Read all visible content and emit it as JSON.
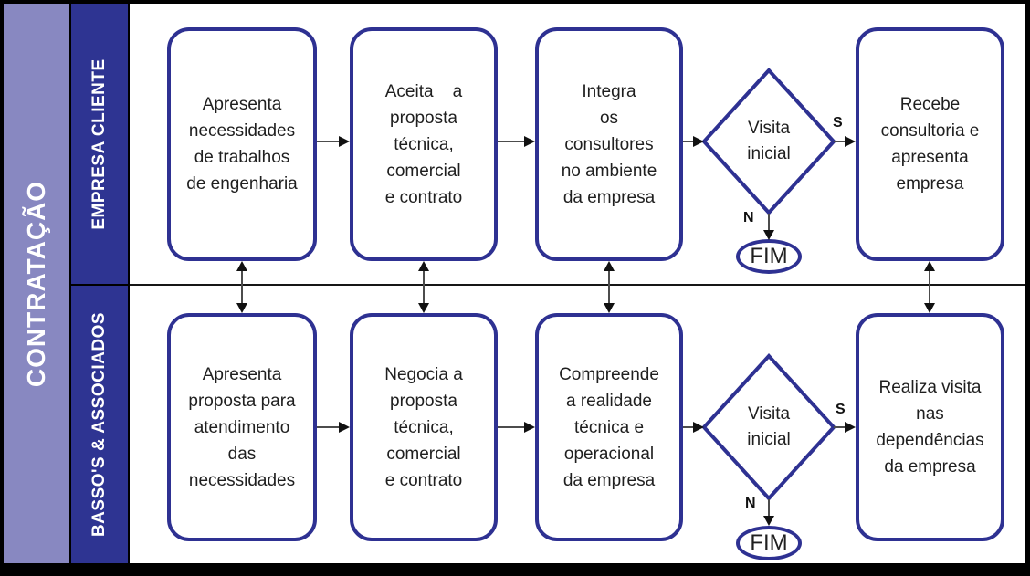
{
  "palette": {
    "frame": "#000000",
    "canvas": "#ffffff",
    "title_band_bg": "#8888C1",
    "lane_bg": "#2E3492",
    "lane_text": "#ffffff",
    "shape_border": "#2E3192",
    "arrow": "#111111",
    "text": "#1f1f1f"
  },
  "title": "CONTRATAÇÃO",
  "lanes": [
    {
      "label": "EMPRESA CLIENTE",
      "steps": [
        {
          "type": "process",
          "lines": [
            "Apresenta",
            "necessidades",
            "de trabalhos",
            "de engenharia"
          ]
        },
        {
          "type": "process",
          "lines": [
            "Aceita    a",
            "proposta",
            "técnica,",
            "comercial",
            "e contrato"
          ]
        },
        {
          "type": "process",
          "lines": [
            "Integra",
            "os",
            "consultores",
            "no ambiente",
            "da empresa"
          ]
        },
        {
          "type": "decision",
          "lines": [
            "Visita",
            "inicial"
          ],
          "yes": "S",
          "no": "N",
          "end": "FIM"
        },
        {
          "type": "process",
          "lines": [
            "Recebe",
            "consultoria e",
            "apresenta",
            "empresa"
          ]
        }
      ]
    },
    {
      "label": "BASSO'S & ASSOCIADOS",
      "steps": [
        {
          "type": "process",
          "lines": [
            "Apresenta",
            "proposta para",
            "atendimento",
            "das",
            "necessidades"
          ]
        },
        {
          "type": "process",
          "lines": [
            "Negocia a",
            "proposta",
            "técnica,",
            "comercial",
            "e contrato"
          ]
        },
        {
          "type": "process",
          "lines": [
            "Compreende",
            "a realidade",
            "técnica e",
            "operacional",
            "da empresa"
          ]
        },
        {
          "type": "decision",
          "lines": [
            "Visita",
            "inicial"
          ],
          "yes": "S",
          "no": "N",
          "end": "FIM"
        },
        {
          "type": "process",
          "lines": [
            "Realiza visita",
            "nas",
            "dependências",
            "da empresa"
          ]
        }
      ]
    }
  ]
}
